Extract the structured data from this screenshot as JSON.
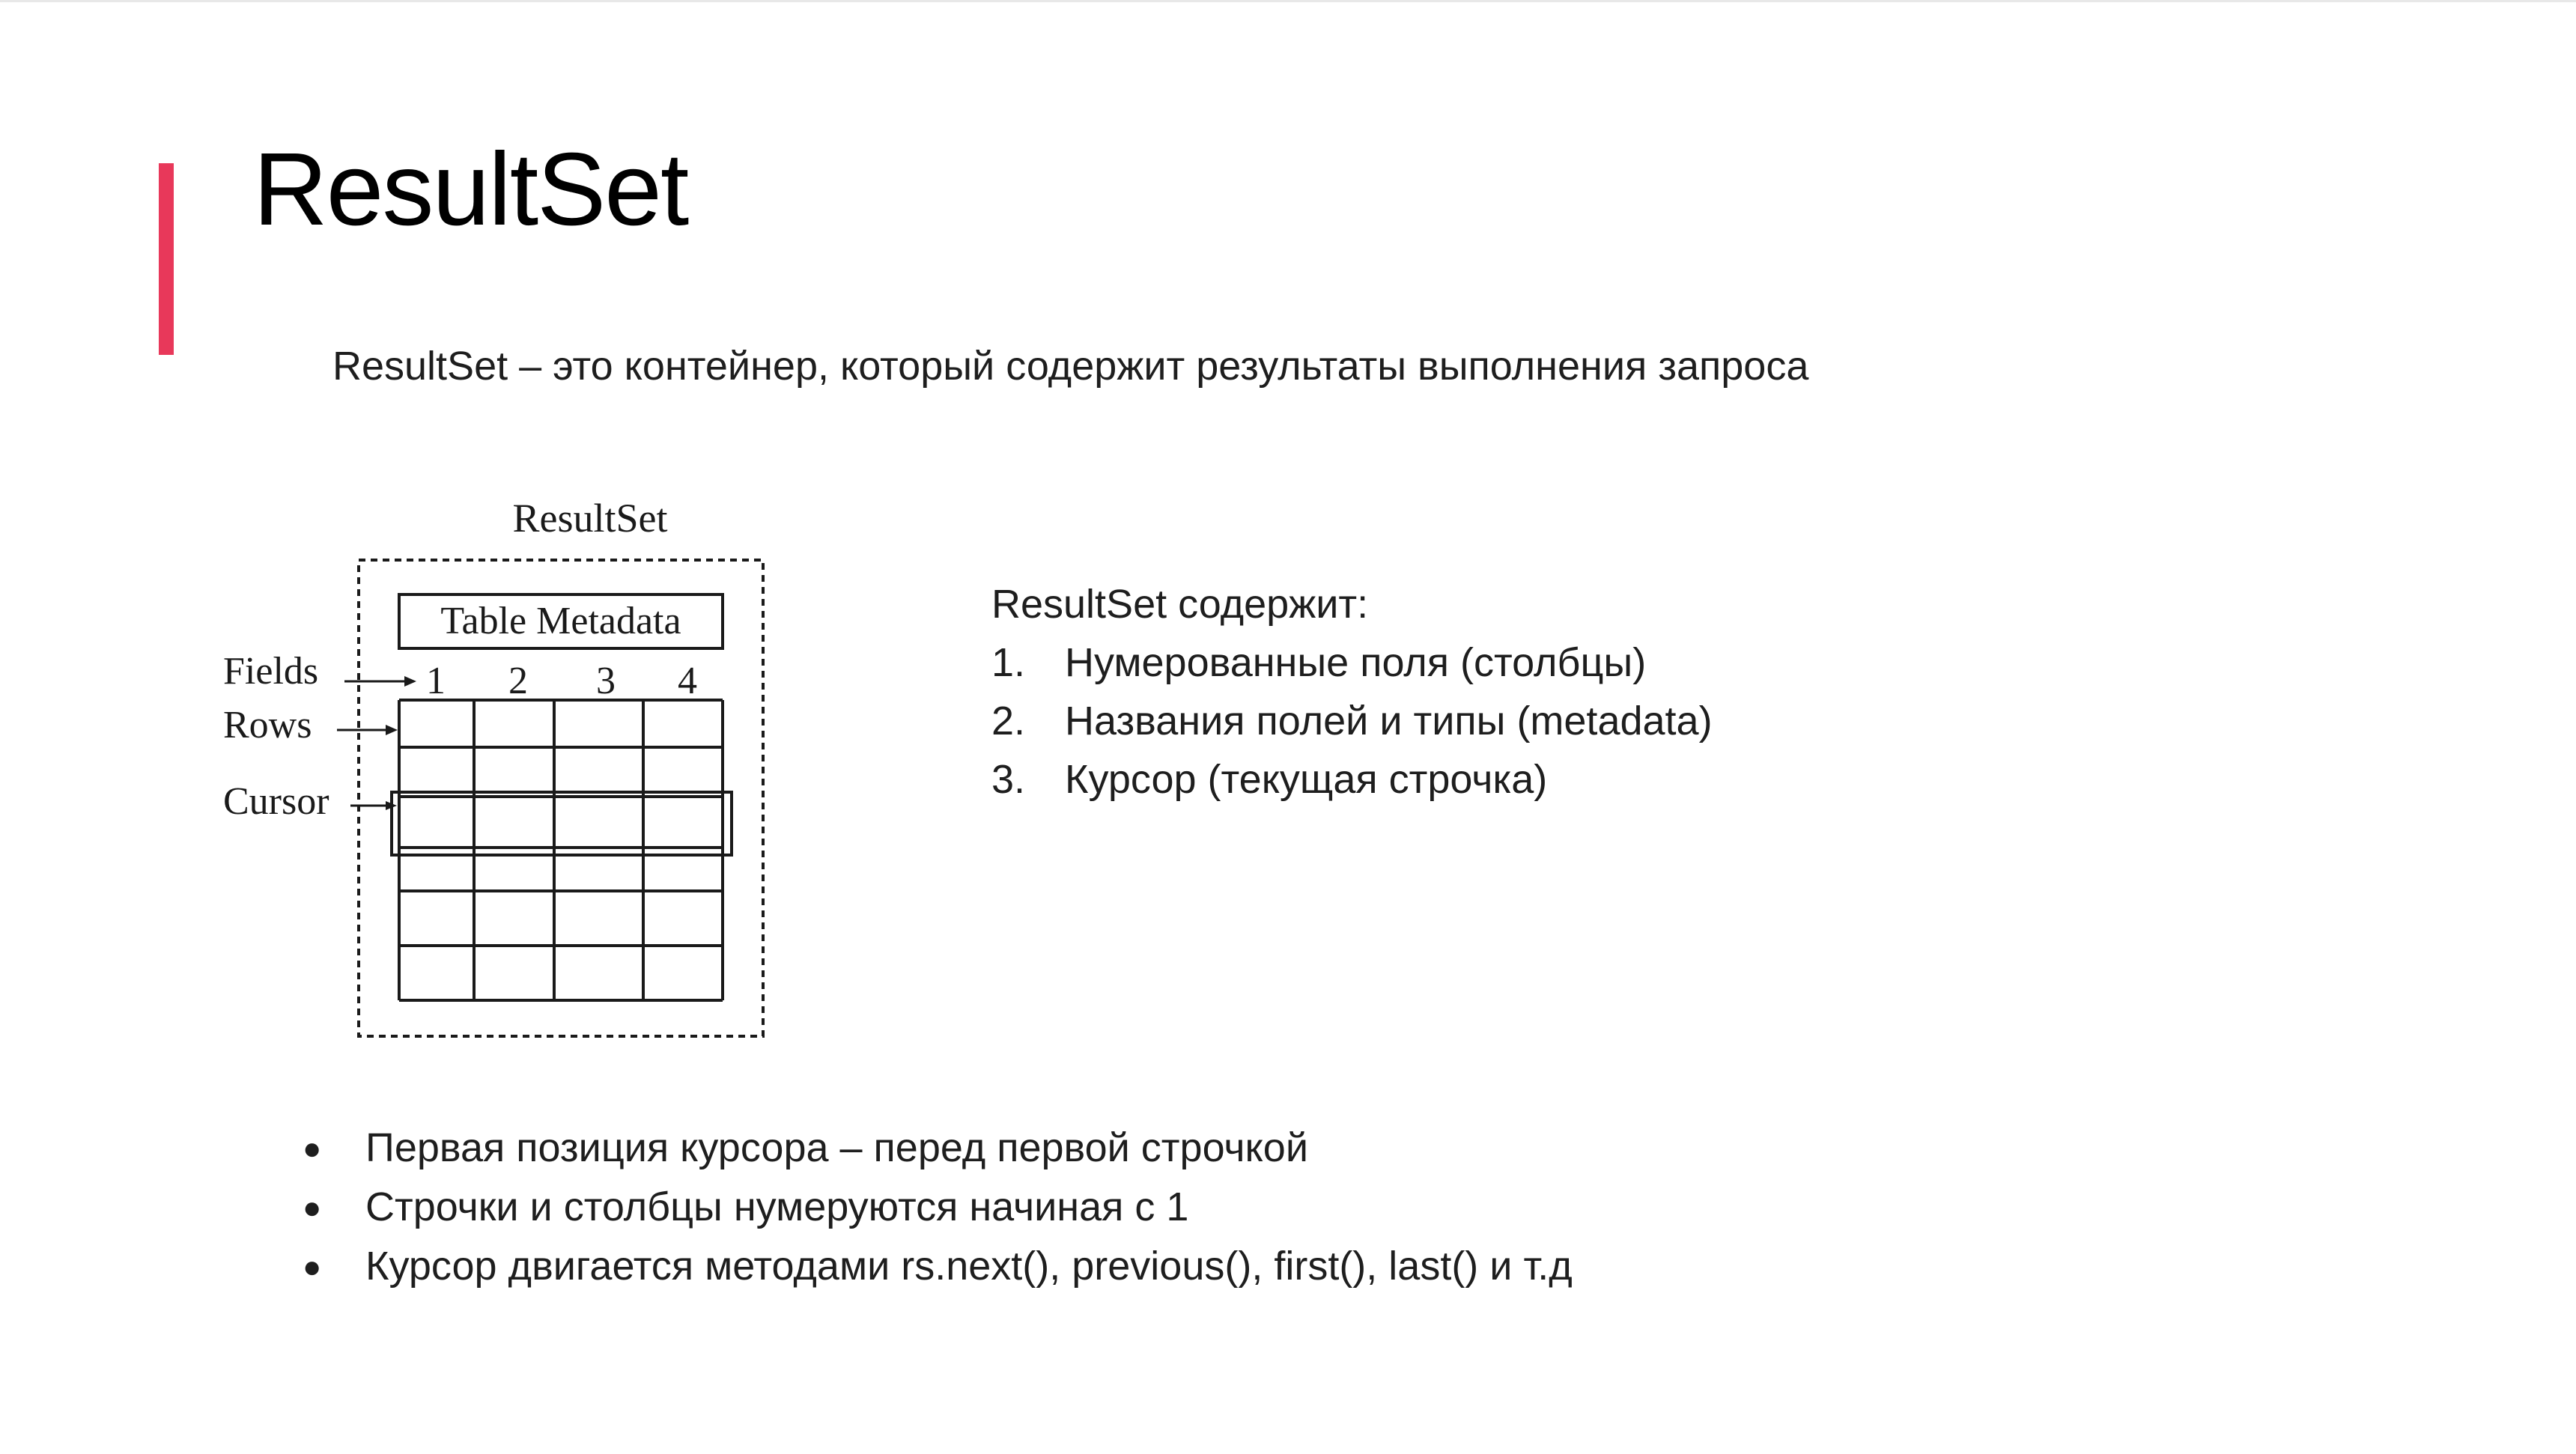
{
  "colors": {
    "accent": "#e8385a",
    "text": "#1e1e1e",
    "title": "#000000"
  },
  "title": "ResultSet",
  "subtitle": "ResultSet – это контейнер, который содержит результаты выполнения запроса",
  "diagram": {
    "title": "ResultSet",
    "metadata_label": "Table Metadata",
    "fields_label": "Fields",
    "rows_label": "Rows",
    "cursor_label": "Cursor",
    "column_numbers": [
      "1",
      "2",
      "3",
      "4"
    ],
    "row_count": 6,
    "column_count": 4,
    "cursor_row": 3
  },
  "contains": {
    "heading": "ResultSet содержит:",
    "items": [
      {
        "num": "1.",
        "text": "Нумерованные поля (столбцы)"
      },
      {
        "num": "2.",
        "text": "Названия полей и типы (metadata)"
      },
      {
        "num": "3.",
        "text": "Курсор (текущая строчка)"
      }
    ]
  },
  "notes": [
    "Первая позиция курсора – перед первой строчкой",
    "Строчки и столбцы нумеруются начиная с 1",
    "Курсор двигается методами rs.next(), previous(), first(), last() и т.д"
  ]
}
